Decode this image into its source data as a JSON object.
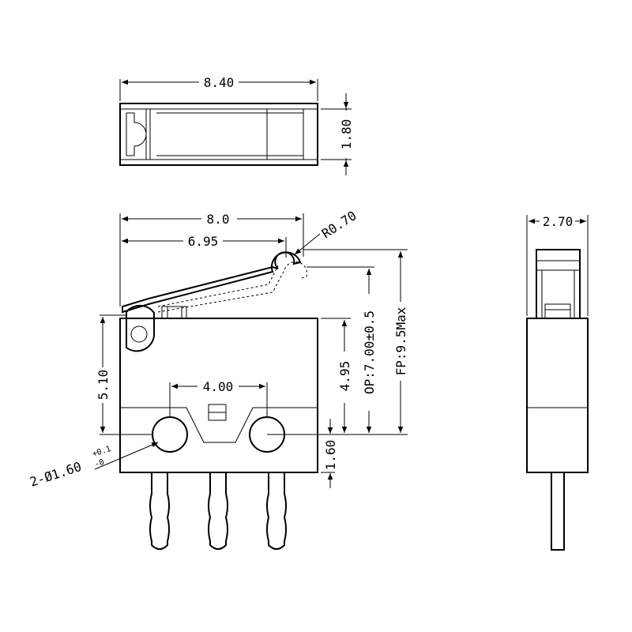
{
  "dims": {
    "top_width": "8.40",
    "top_height": "1.80",
    "front_width": "8.0",
    "lever_pos": "6.95",
    "radius": "R0.70",
    "height_510": "5.10",
    "height_495": "4.95",
    "op": "OP:7.00±0.5",
    "fp": "FP:9.5Max",
    "hole_spacing": "4.00",
    "pin_offset": "1.60",
    "hole_dia": "2-Ø1.60",
    "tol_plus": "+0.1",
    "tol_minus": "-0",
    "side_width": "2.70"
  }
}
